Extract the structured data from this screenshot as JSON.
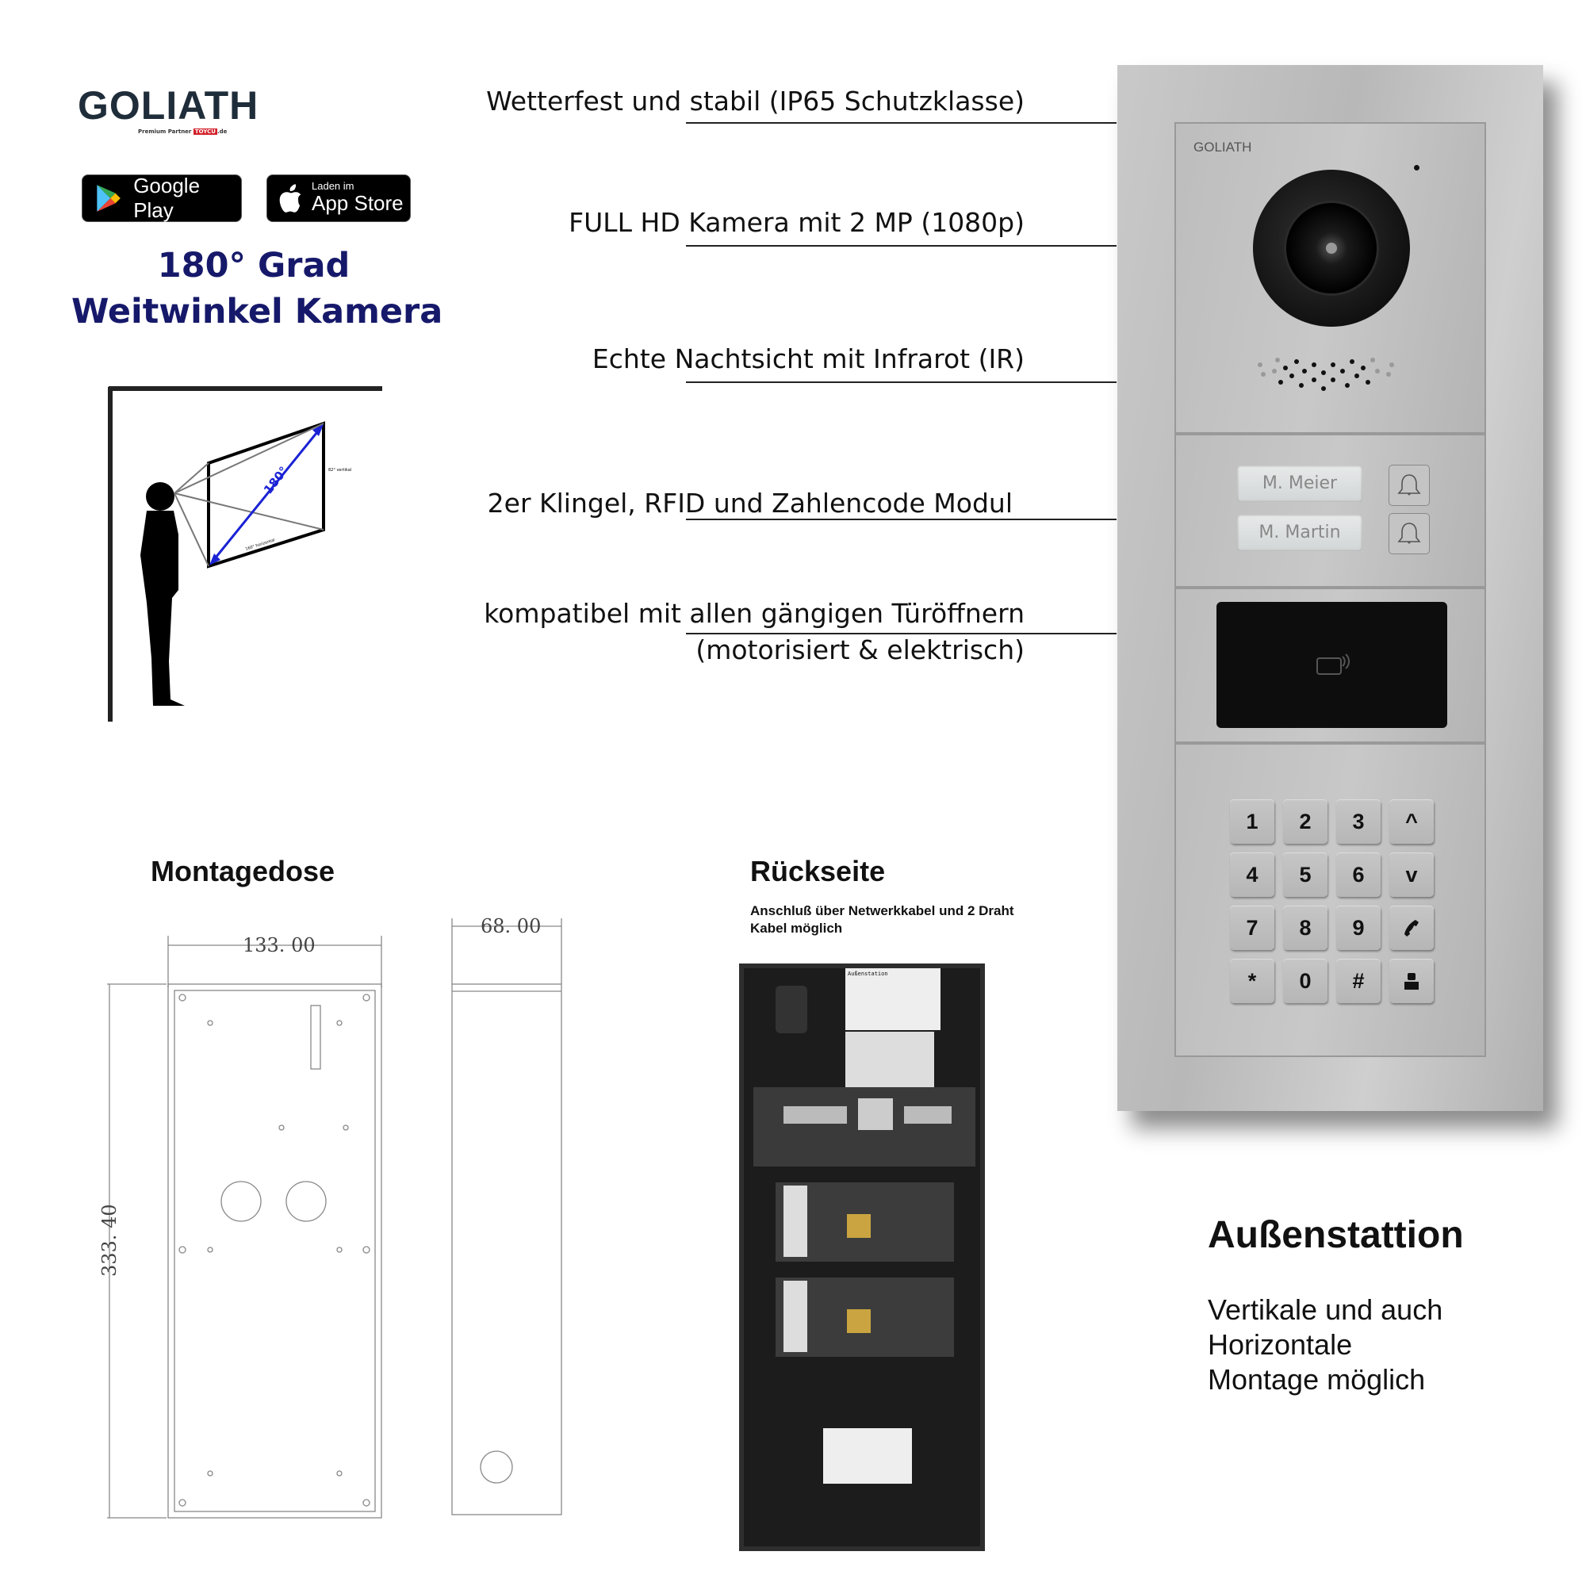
{
  "brand": {
    "logo_text": "GOLIATH",
    "partner_text": "Premium Partner",
    "partner_brand": "TOYCU",
    "partner_suffix": ".de"
  },
  "store_badges": {
    "google_play": {
      "label": "Google Play"
    },
    "app_store": {
      "small": "Laden im",
      "label": "App Store"
    }
  },
  "headline": {
    "line1": "180° Grad",
    "line2": "Weitwinkel Kamera"
  },
  "fov_diagram": {
    "angle_label": "180°",
    "vertical_label": "82° vertikal",
    "horizontal_label": "160° horizontal"
  },
  "features": [
    "Wetterfest und stabil (IP65 Schutzklasse)",
    "FULL HD Kamera mit 2 MP (1080p)",
    "Echte Nachtsicht mit Infrarot (IR)",
    "2er Klingel, RFID und Zahlencode Modul",
    "kompatibel mit allen gängigen Türöffnern",
    "(motorisiert & elektrisch)"
  ],
  "device": {
    "logo": "GOLIATH",
    "names": [
      "M. Meier",
      "M. Martin"
    ],
    "keys": [
      "1",
      "2",
      "3",
      "^",
      "4",
      "5",
      "6",
      "v",
      "7",
      "8",
      "9",
      "phone-icon",
      "*",
      "0",
      "#",
      "user-icon"
    ],
    "colors": {
      "panel": "#c4c4c4",
      "rfid": "#0d0d0d"
    }
  },
  "montagedose": {
    "title": "Montagedose",
    "width_dim": "133. 00",
    "height_dim": "333. 40",
    "depth_dim": "68. 00"
  },
  "rueckseite": {
    "title": "Rückseite",
    "caption_line1": "Anschluß über Netwerkkabel und 2 Draht",
    "caption_line2": "Kabel möglich",
    "label_text": "Außenstation"
  },
  "aussen": {
    "title": "Außenstattion",
    "lines": [
      "Vertikale und auch",
      "Horizontale",
      "Montage möglich"
    ]
  }
}
